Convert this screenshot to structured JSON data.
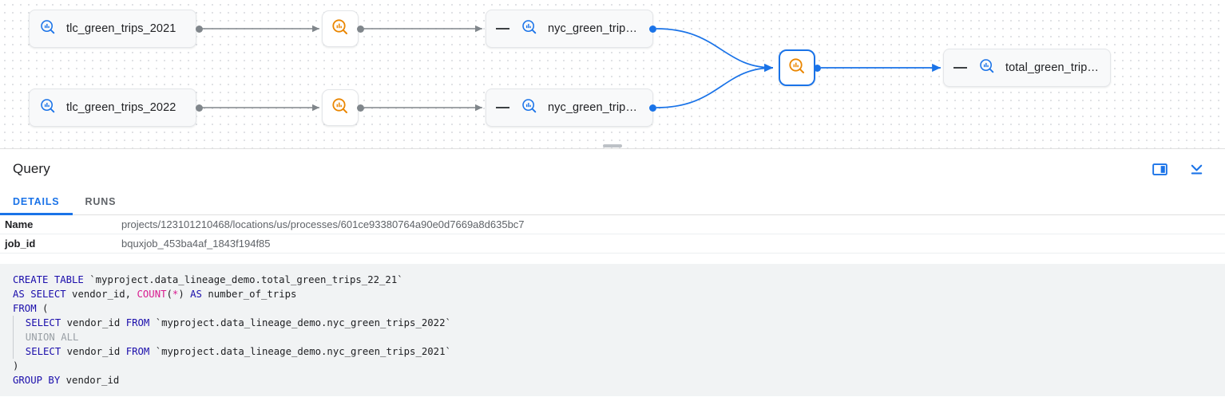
{
  "lineage": {
    "nodes": [
      {
        "id": "tlc2021",
        "label": "tlc_green_trips_2021",
        "type": "table",
        "icon": "bigquery-table-icon-blue",
        "collapsible": false,
        "selected": false
      },
      {
        "id": "tlc2022",
        "label": "tlc_green_trips_2022",
        "type": "table",
        "icon": "bigquery-table-icon-blue",
        "collapsible": false,
        "selected": false
      },
      {
        "id": "proc1",
        "label": "",
        "type": "process",
        "icon": "bigquery-process-icon-orange",
        "selected": false
      },
      {
        "id": "proc2",
        "label": "",
        "type": "process",
        "icon": "bigquery-process-icon-orange",
        "selected": false
      },
      {
        "id": "nyc2021",
        "label": "nyc_green_trips…",
        "type": "table",
        "icon": "bigquery-table-icon-blue",
        "collapsible": true,
        "selected": false
      },
      {
        "id": "nyc2022",
        "label": "nyc_green_trips…",
        "type": "table",
        "icon": "bigquery-table-icon-blue",
        "collapsible": true,
        "selected": false
      },
      {
        "id": "procSel",
        "label": "",
        "type": "process",
        "icon": "bigquery-process-icon-orange",
        "selected": true
      },
      {
        "id": "total",
        "label": "total_green_trip…",
        "type": "table",
        "icon": "bigquery-table-icon-blue",
        "collapsible": true,
        "selected": false
      }
    ],
    "colors": {
      "edge_default": "#80868b",
      "edge_selected": "#1a73e8",
      "node_icon_blue": "#1a73e8",
      "node_icon_orange": "#ea8600",
      "selection_border": "#1a73e8"
    }
  },
  "panel": {
    "title": "Query",
    "actions": [
      {
        "name": "split-panel-icon",
        "label": "Split panel"
      },
      {
        "name": "collapse-panel-icon",
        "label": "Collapse"
      }
    ],
    "tabs": [
      {
        "label": "DETAILS",
        "active": true
      },
      {
        "label": "RUNS",
        "active": false
      }
    ],
    "details": [
      {
        "key": "Name",
        "value": "projects/123101210468/locations/us/processes/601ce93380764a90e0d7669a8d635bc7"
      },
      {
        "key": "job_id",
        "value": "bquxjob_453ba4af_1843f194f85"
      }
    ]
  },
  "sql": {
    "lines": [
      [
        {
          "t": "CREATE TABLE ",
          "c": "kw"
        },
        {
          "t": "`myproject.data_lineage_demo.total_green_trips_22_21`",
          "c": ""
        }
      ],
      [
        {
          "t": "AS SELECT ",
          "c": "kw"
        },
        {
          "t": "vendor_id, ",
          "c": ""
        },
        {
          "t": "COUNT",
          "c": "fn"
        },
        {
          "t": "(",
          "c": ""
        },
        {
          "t": "*",
          "c": "op"
        },
        {
          "t": ") ",
          "c": ""
        },
        {
          "t": "AS ",
          "c": "kw"
        },
        {
          "t": "number_of_trips",
          "c": ""
        }
      ],
      [
        {
          "t": "FROM",
          "c": "kw"
        },
        {
          "t": " (",
          "c": ""
        }
      ],
      [
        {
          "t": "  SELECT ",
          "c": "kw"
        },
        {
          "t": "vendor_id ",
          "c": ""
        },
        {
          "t": "FROM",
          "c": "kw"
        },
        {
          "t": " `myproject.data_lineage_demo.nyc_green_trips_2022`",
          "c": ""
        }
      ],
      [
        {
          "t": "  UNION ALL",
          "c": "dim"
        }
      ],
      [
        {
          "t": "  SELECT ",
          "c": "kw"
        },
        {
          "t": "vendor_id ",
          "c": ""
        },
        {
          "t": "FROM",
          "c": "kw"
        },
        {
          "t": " `myproject.data_lineage_demo.nyc_green_trips_2021`",
          "c": ""
        }
      ],
      [
        {
          "t": ")",
          "c": ""
        }
      ],
      [
        {
          "t": "GROUP BY ",
          "c": "kw"
        },
        {
          "t": "vendor_id",
          "c": ""
        }
      ]
    ]
  }
}
